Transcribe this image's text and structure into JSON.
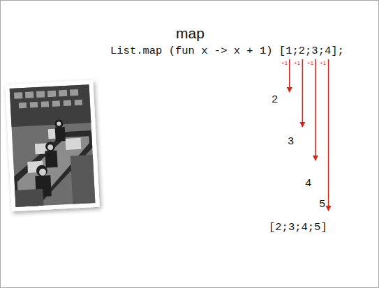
{
  "diagram": {
    "title": "map",
    "labels": [
      "List.map (fun x -> x + 1) [1;2;3;4];",
      "+1",
      "+1",
      "+1",
      "+1",
      "2",
      "3",
      "4",
      "5",
      "[2;3;4;5]"
    ]
  }
}
